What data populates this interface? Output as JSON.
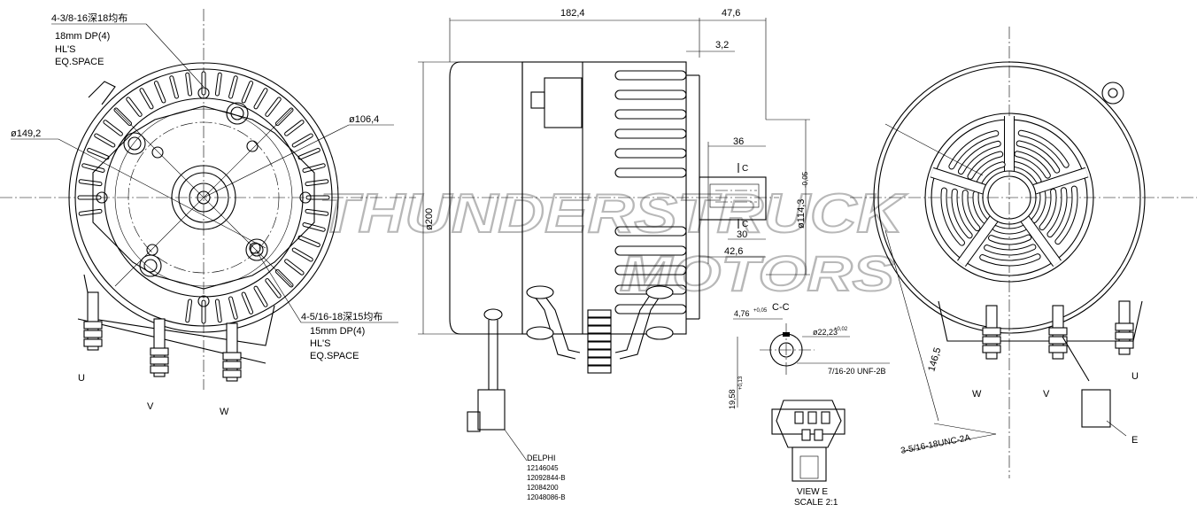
{
  "watermark": {
    "line1": "THUNDERSTRUCK",
    "line2": "MOTORS"
  },
  "front_view": {
    "bolt_note_1": "4-3/8-16深18均布",
    "bolt_note_1_lines": [
      "18mm DP(4)",
      "HL'S",
      "EQ.SPACE"
    ],
    "bolt_note_2": "4-5/16-18深15均布",
    "bolt_note_2_lines": [
      "15mm DP(4)",
      "HL'S",
      "EQ.SPACE"
    ],
    "dia_outer": "ø149,2",
    "dia_inner": "ø106,4",
    "terminals": [
      "U",
      "V",
      "W"
    ]
  },
  "side_view": {
    "dim_length": "182,4",
    "dim_shaft_total": "47,6",
    "dim_shoulder": "3,2",
    "dim_diameter": "ø200",
    "dim_36": "36",
    "dim_30": "30",
    "dim_42": "42,6",
    "dim_pilot": "ø114,3",
    "dim_pilot_tol": "-0,05",
    "section_mark": "C",
    "connector_maker": "DELPHI",
    "connector_parts": [
      "12146045",
      "12092844-B",
      "12084200",
      "12048086-B"
    ]
  },
  "section_cc": {
    "title": "C-C",
    "dim_key": "4,76",
    "dim_key_tol": "+0,05",
    "dim_bore": "ø22,23",
    "dim_bore_tol": "+0,02",
    "dim_height": "19,58",
    "dim_height_tol": "+0,13",
    "thread": "7/16-20 UNF-2B"
  },
  "view_e": {
    "title": "VIEW E",
    "scale": "SCALE 2:1"
  },
  "rear_view": {
    "dim_radial": "146,5",
    "bolt_note": "3-5/16-18UNC-2A",
    "view_arrow_label": "E",
    "terminals": [
      "W",
      "V",
      "U"
    ]
  }
}
